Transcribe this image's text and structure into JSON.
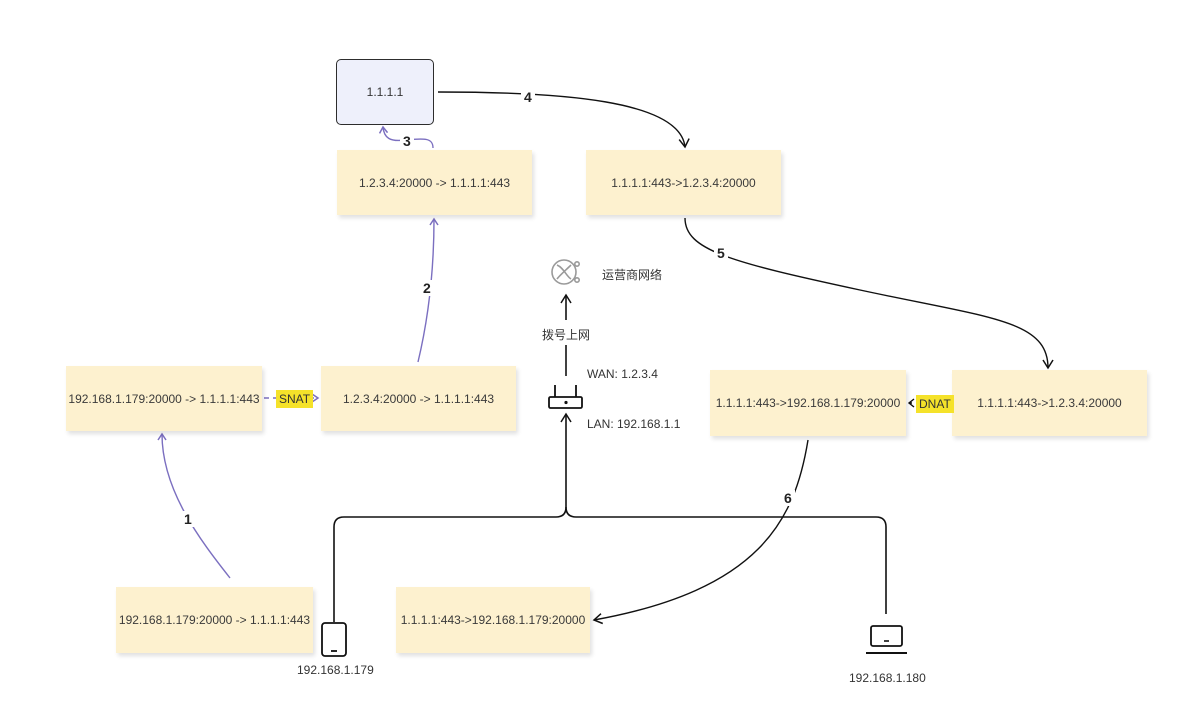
{
  "server": {
    "label": "1.1.1.1"
  },
  "notes": {
    "client_request": "192.168.1.179:20000 -> 1.1.1.1:443",
    "pre_snat": "192.168.1.179:20000 -> 1.1.1.1:443",
    "post_snat": "1.2.3.4:20000 -> 1.1.1.1:443",
    "outbound": "1.2.3.4:20000 -> 1.1.1.1:443",
    "reply": "1.1.1.1:443->1.2.3.4:20000",
    "pre_dnat": "1.1.1.1:443->1.2.3.4:20000",
    "post_dnat": "1.1.1.1:443->192.168.1.179:20000",
    "client_reply": "1.1.1.1:443->192.168.1.179:20000"
  },
  "tags": {
    "snat": "SNAT",
    "dnat": "DNAT"
  },
  "steps": [
    "1",
    "2",
    "3",
    "4",
    "5",
    "6"
  ],
  "router": {
    "wan": "WAN: 1.2.3.4",
    "lan": "LAN: 192.168.1.1",
    "dial": "拨号上网"
  },
  "isp": {
    "label": "运营商网络"
  },
  "devices": {
    "phone_ip": "192.168.1.179",
    "laptop_ip": "192.168.1.180"
  }
}
